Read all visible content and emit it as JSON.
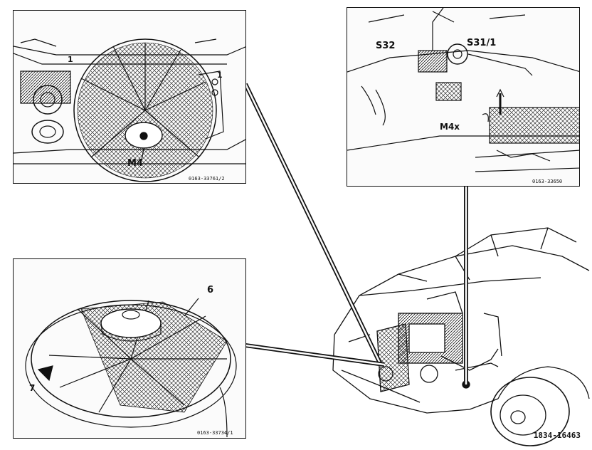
{
  "panel_top_left": {
    "labels": {
      "one_a": "1",
      "one_b": "1",
      "motor": "M4"
    },
    "code": "0163-33761/2"
  },
  "panel_top_right": {
    "labels": {
      "s32": "S32",
      "s31": "S31/1",
      "m4x": "M4x"
    },
    "code": "0163-33650"
  },
  "panel_bottom_left": {
    "labels": {
      "six": "6",
      "seven": "7"
    },
    "code": "0163-33734/1"
  },
  "figure_number": "1834-16463",
  "colors": {
    "ink": "#111111",
    "background": "#ffffff"
  }
}
